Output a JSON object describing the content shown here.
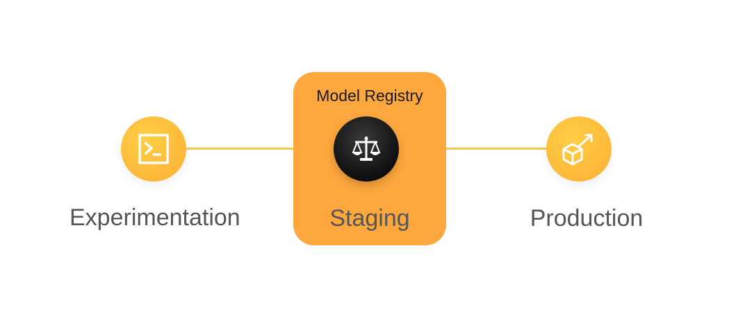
{
  "registry": {
    "title": "Model Registry"
  },
  "stages": {
    "experimentation": {
      "label": "Experimentation",
      "icon": "terminal-icon"
    },
    "staging": {
      "label": "Staging",
      "icon": "scale-icon"
    },
    "production": {
      "label": "Production",
      "icon": "cube-arrow-icon"
    }
  },
  "colors": {
    "connector": "#f7c84a",
    "registry_box": "#fda83e",
    "stage_circle": "#fdb83a",
    "active_circle": "#111111",
    "label": "#555555"
  }
}
